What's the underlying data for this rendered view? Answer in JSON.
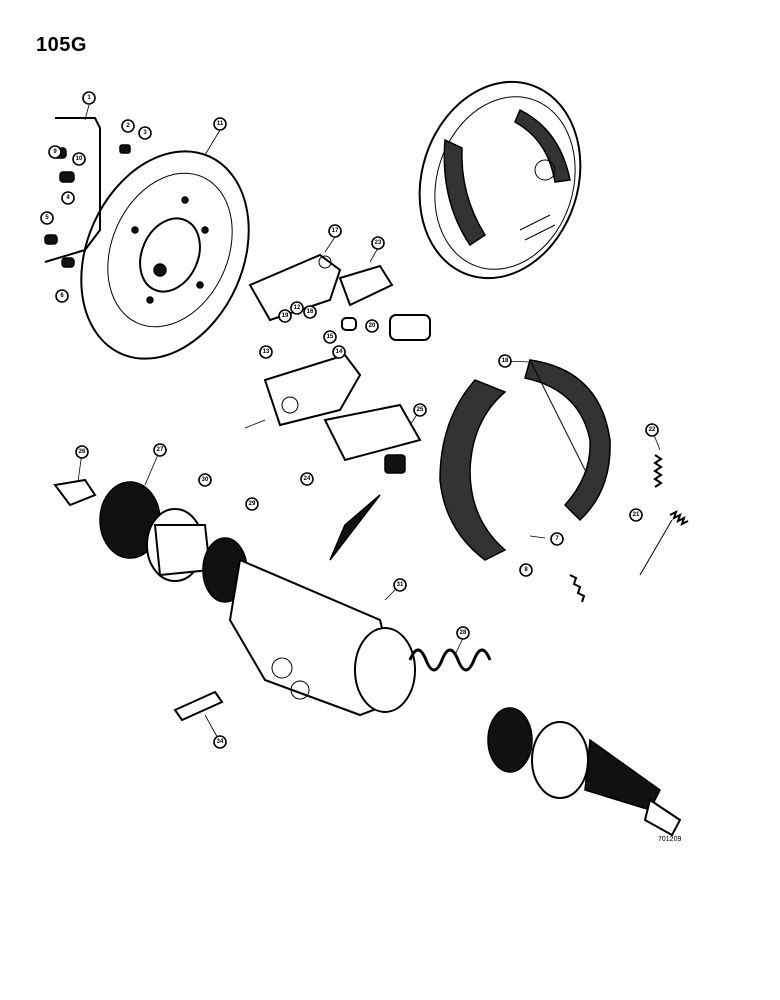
{
  "page": {
    "number": "105G",
    "figure_code": "701209"
  },
  "callouts": [
    "1",
    "2",
    "3",
    "4",
    "5",
    "6",
    "7",
    "8",
    "9",
    "10",
    "11",
    "12",
    "13",
    "14",
    "15",
    "16",
    "17",
    "18",
    "19",
    "20",
    "21",
    "22",
    "23",
    "24",
    "25",
    "26",
    "27",
    "28",
    "29",
    "30",
    "31",
    "34"
  ]
}
